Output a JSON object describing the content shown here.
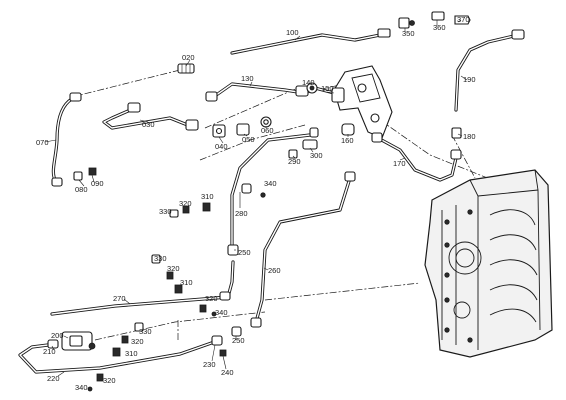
{
  "diagram": {
    "type": "exploded-parts-view",
    "callouts": {
      "c020": "020",
      "c030": "030",
      "c040": "040",
      "c050": "050",
      "c060": "060",
      "c070": "070",
      "c080": "080",
      "c090": "090",
      "c100": "100",
      "c130": "130",
      "c140": "140",
      "c150": "150",
      "c160": "160",
      "c170": "170",
      "c180": "180",
      "c190": "190",
      "c200": "200",
      "c210": "210",
      "c220": "220",
      "c230": "230",
      "c240": "240",
      "c250a": "250",
      "c250b": "250",
      "c260": "260",
      "c270": "270",
      "c280": "280",
      "c290": "290",
      "c300": "300",
      "c310a": "310",
      "c310b": "310",
      "c310c": "310",
      "c320a": "320",
      "c320b": "320",
      "c320c": "320",
      "c320d": "320",
      "c320e": "320",
      "c330a": "330",
      "c330b": "330",
      "c330c": "330",
      "c340a": "340",
      "c340b": "340",
      "c340c": "340",
      "c350": "350",
      "c360": "360",
      "c370": "370"
    }
  }
}
